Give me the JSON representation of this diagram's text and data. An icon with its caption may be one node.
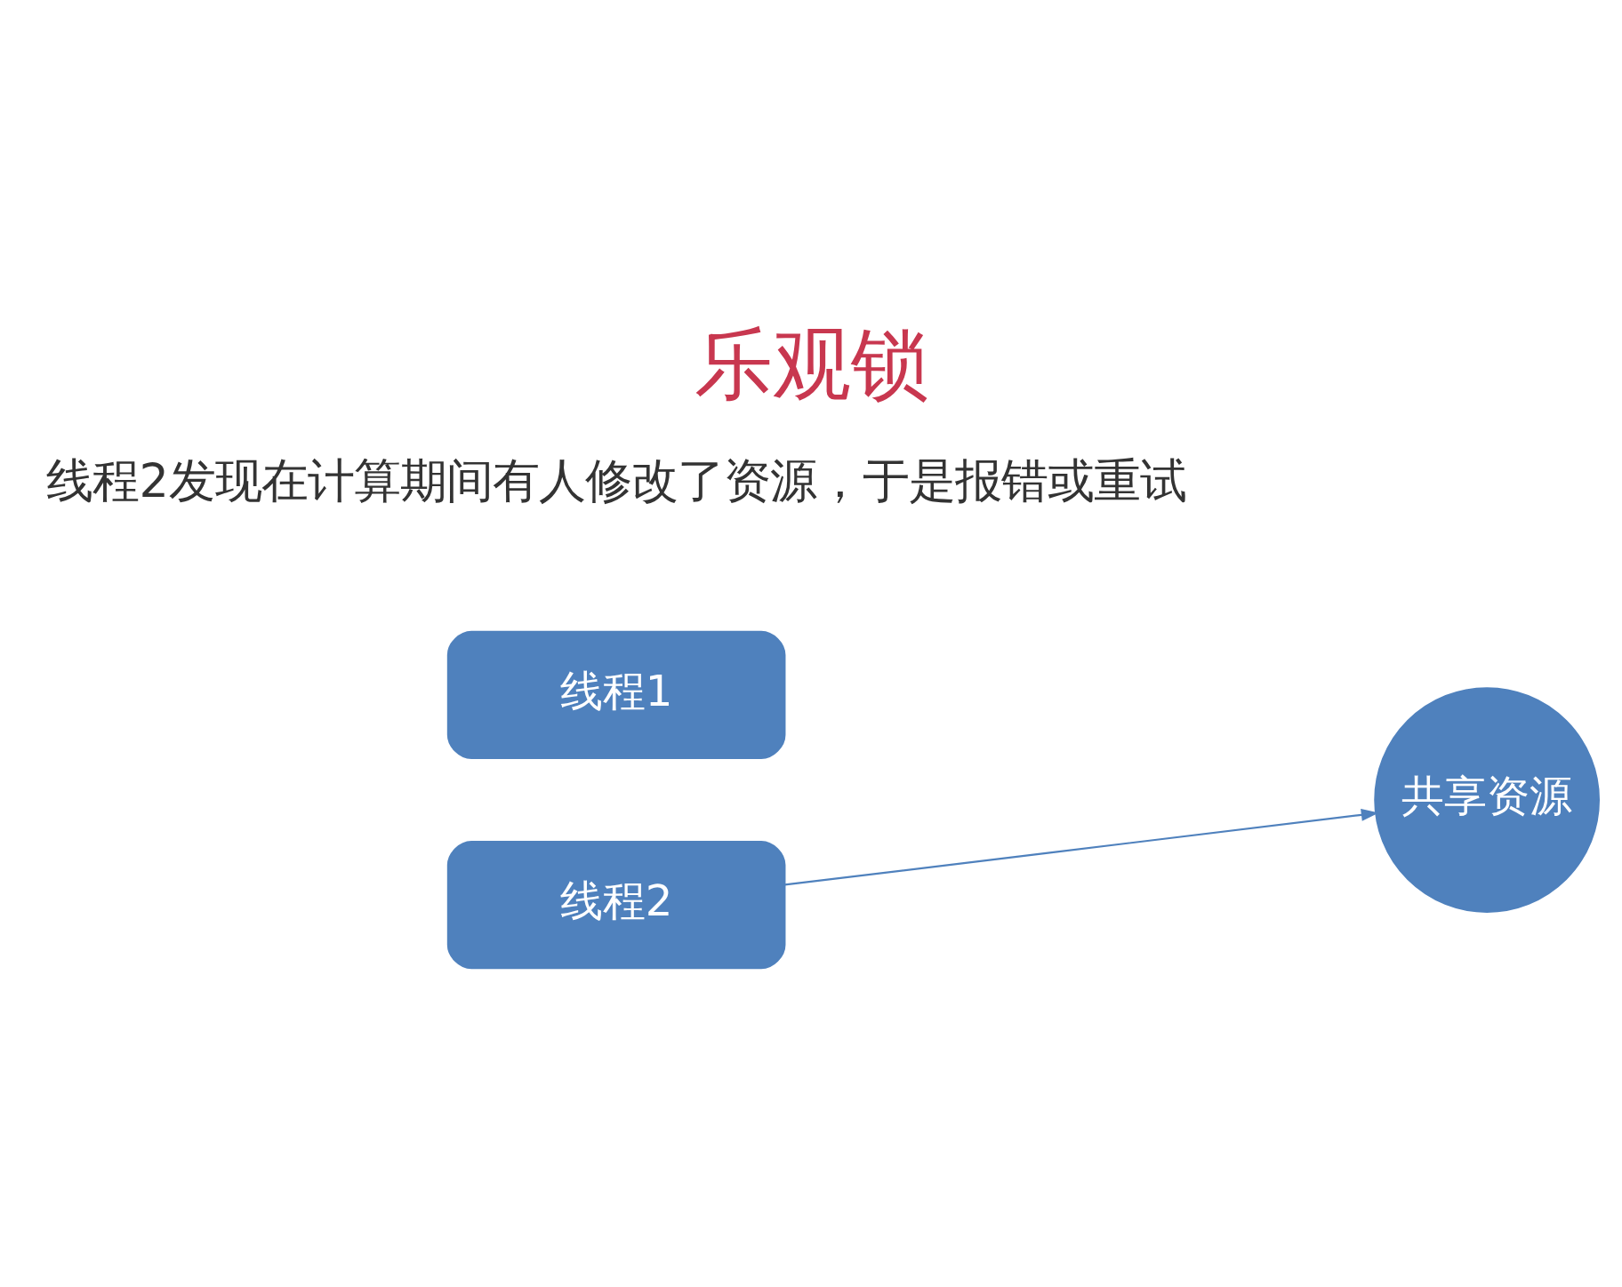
{
  "diagram": {
    "title": "乐观锁",
    "nodes": [
      {
        "text": [
          "线程1"
        ]
      },
      {
        "text": [
          "线程2"
        ]
      },
      {
        "text": [
          "共享资源"
        ]
      }
    ],
    "edges": [
      {
        "from": 1,
        "to": 2,
        "arrow": "to"
      }
    ],
    "labels": [
      "线程2发现在计算期间有人修改了资源，于是报错或重试"
    ]
  }
}
